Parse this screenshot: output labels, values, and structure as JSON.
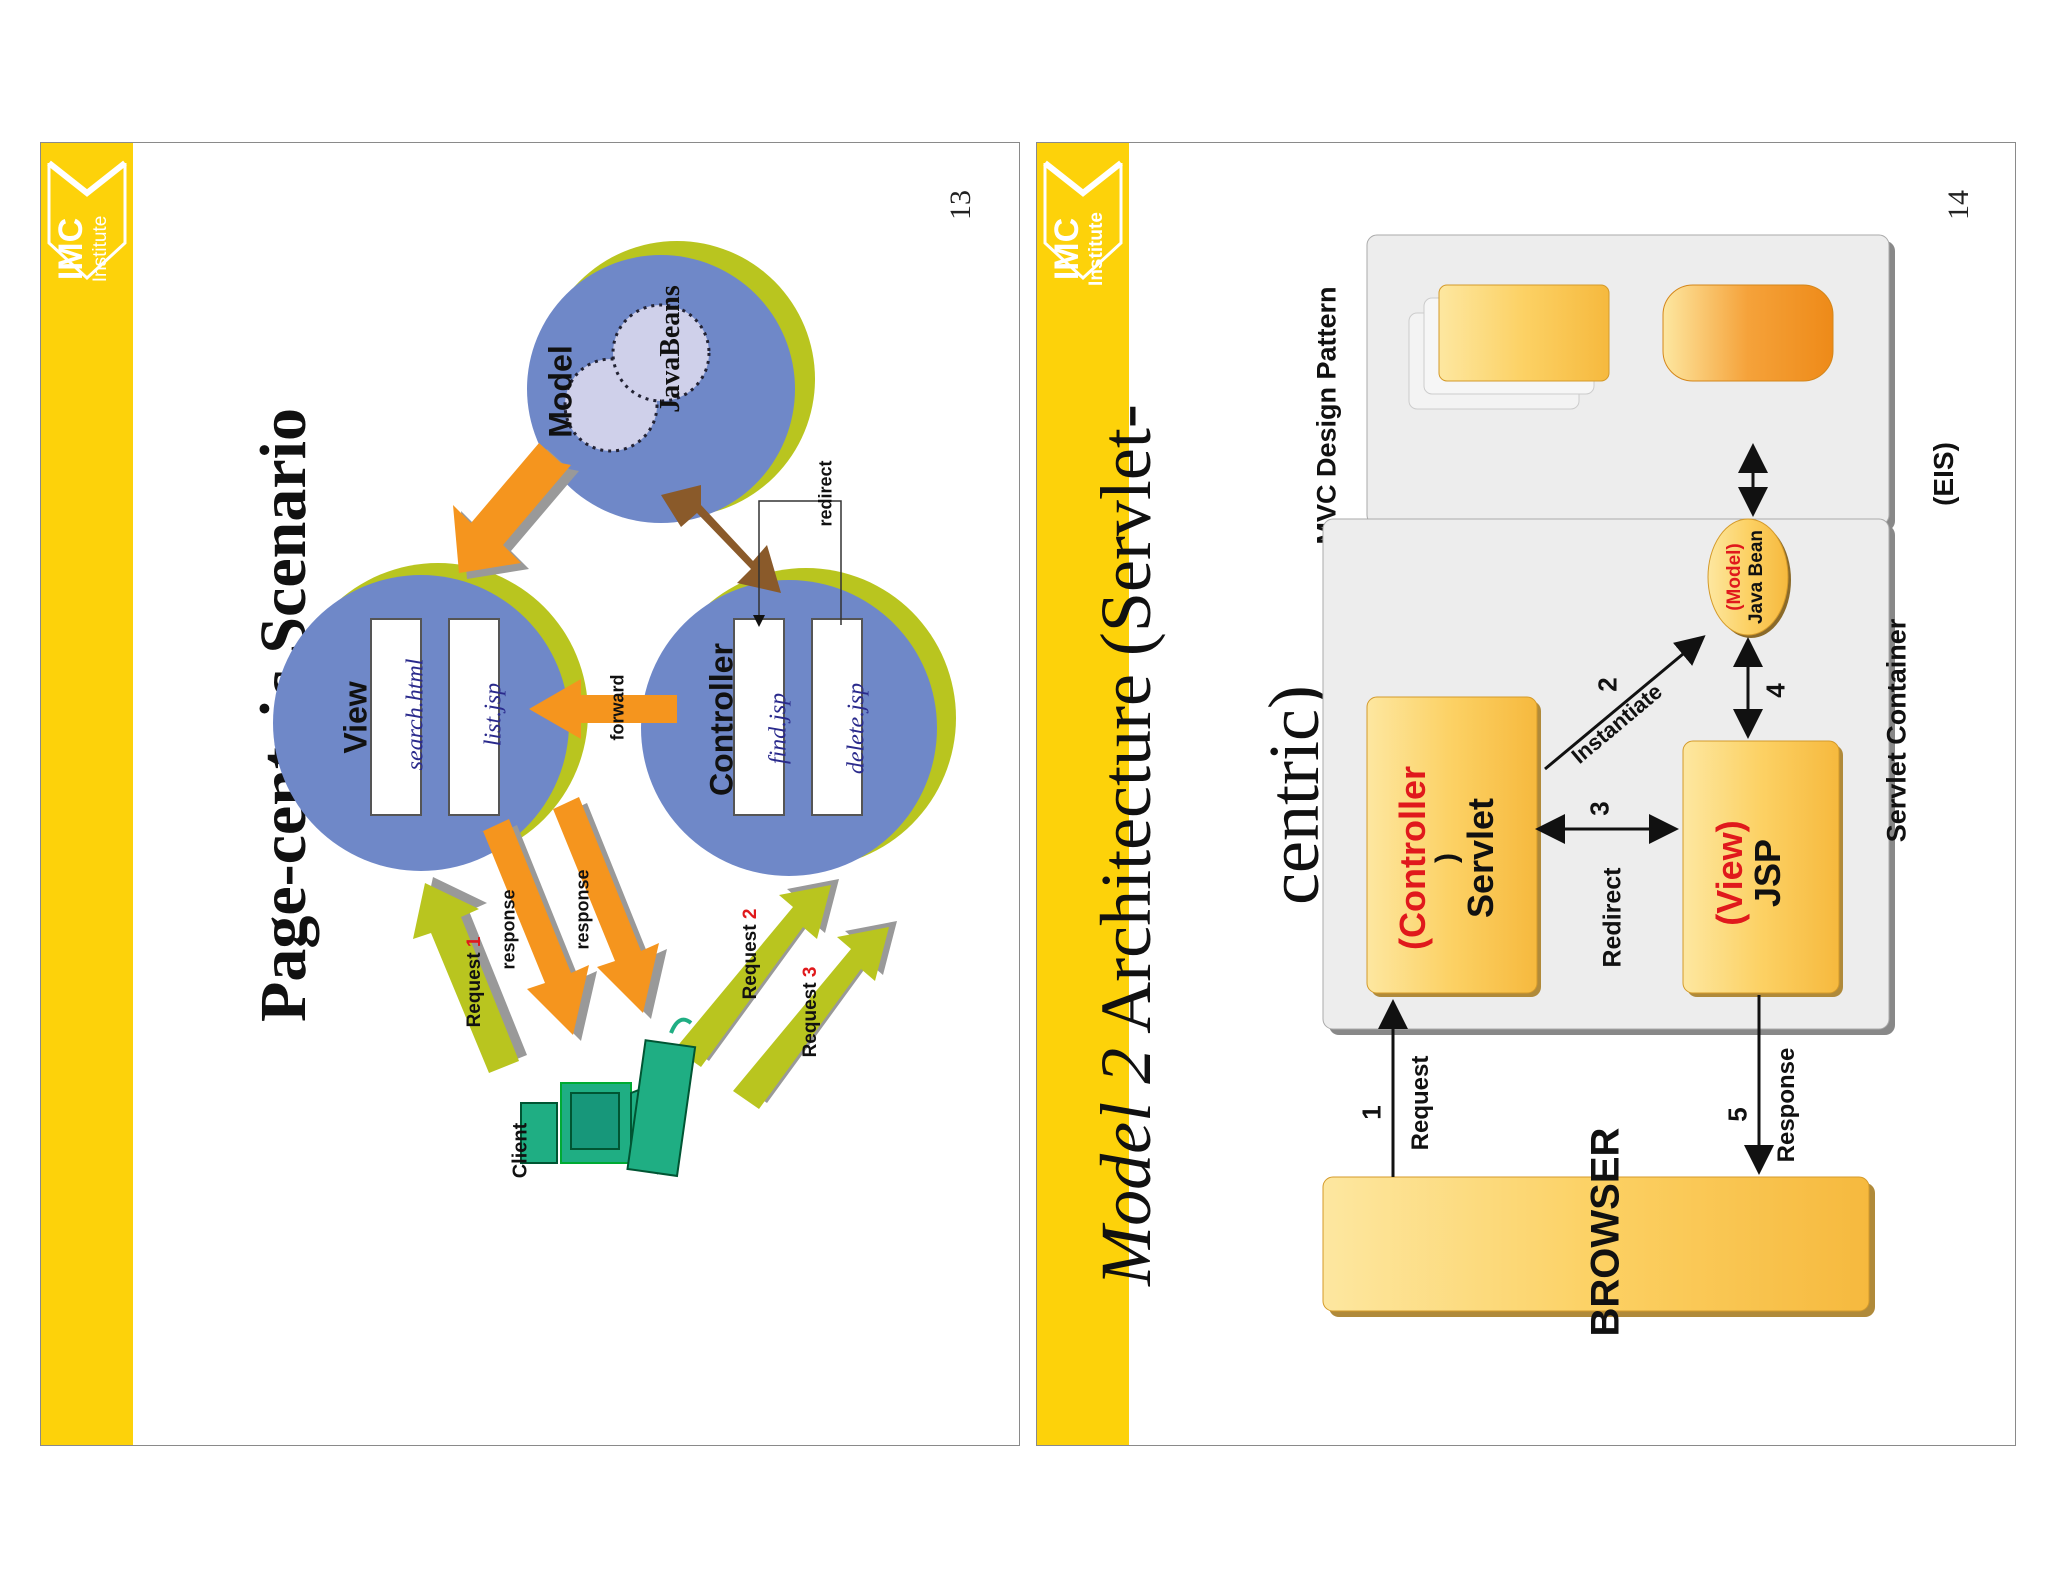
{
  "slides": [
    {
      "logo": {
        "main": "IMC",
        "sub": "Institute"
      },
      "page_number": "13",
      "title": "Page-centric Scenario",
      "circles": {
        "view": {
          "label": "View",
          "pages": [
            "search.html",
            "list.jsp"
          ]
        },
        "model": {
          "label": "Model",
          "beans": "JavaBeans"
        },
        "controller": {
          "label": "Controller",
          "pages": [
            "find.jsp",
            "delete.jsp"
          ]
        }
      },
      "arrow_labels": {
        "redirect": "redirect",
        "forward": "forward",
        "response1": "response",
        "response2": "response",
        "request1_word": "Request",
        "request1_num": "1",
        "request2_word": "Request",
        "request2_num": "2",
        "request3_word": "Request",
        "request3_num": "3"
      },
      "client_label": "Client"
    },
    {
      "logo": {
        "main": "IMC",
        "sub": "Institute"
      },
      "page_number": "14",
      "title_italic": "Model 2",
      "title_line1": " Architecture (Servlet-",
      "title_line2": "centric)",
      "subtitle": "MVC Design Pattern",
      "browser_label": "BROWSER",
      "servlet_container_label": "Servlet Container",
      "eis_label": "(EIS)",
      "controller_box": {
        "open": "(Controller",
        "close": ")",
        "name": "Servlet"
      },
      "view_box": {
        "open": "(View)",
        "name": "JSP"
      },
      "model_oval": {
        "tag": "(Model)",
        "name": "Java Bean"
      },
      "steps": {
        "s1_num": "1",
        "s1_label": "Request",
        "s2_num": "2",
        "s2_label": "Instantiate",
        "s3_num": "3",
        "s3_label": "Redirect",
        "s4_num": "4",
        "s5_num": "5",
        "s5_label": "Response"
      }
    }
  ],
  "colors": {
    "accent_yellow": "#fdd20a",
    "circle_blue": "#6f88c8",
    "circle_shadow": "#b9c51f",
    "arrow_orange": "#f5951e",
    "arrow_lime": "#b9c51f",
    "box_yellow": "#fcd164",
    "label_red": "#e0191c",
    "client_green": "#1fae83"
  }
}
